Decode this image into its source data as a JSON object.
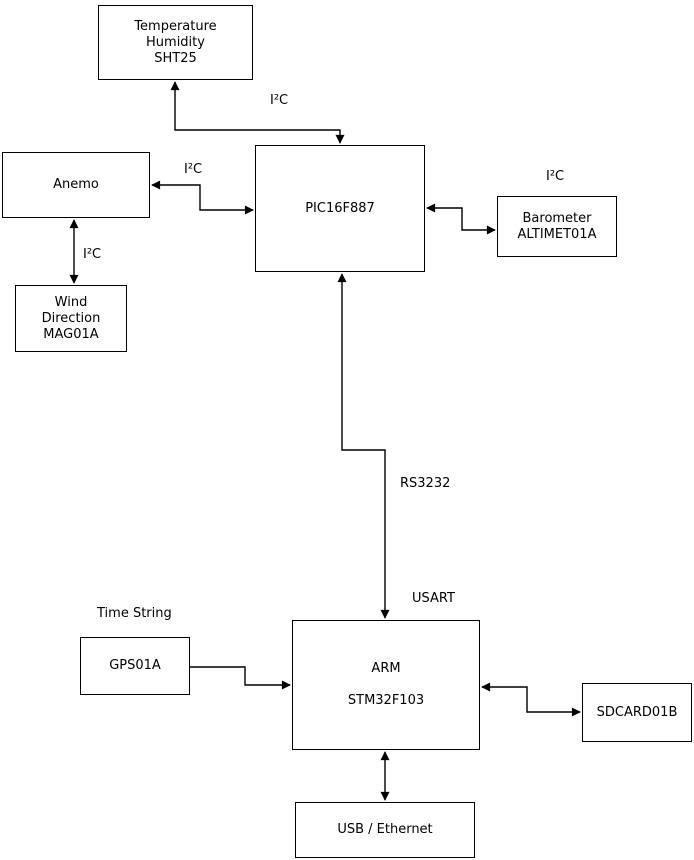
{
  "diagram": {
    "nodes": {
      "sht25": {
        "label": "Temperature\nHumidity\nSHT25"
      },
      "anemo": {
        "label": "Anemo"
      },
      "wind_direction": {
        "label": "Wind\nDirection\nMAG01A"
      },
      "pic": {
        "label": "PIC16F887"
      },
      "barometer": {
        "label": "Barometer\nALTIMET01A"
      },
      "gps": {
        "label": "GPS01A"
      },
      "arm": {
        "label": "ARM\n\nSTM32F103"
      },
      "sdcard": {
        "label": "SDCARD01B"
      },
      "usb": {
        "label": "USB / Ethernet"
      }
    },
    "edge_labels": {
      "i2c_sht25": "I²C",
      "i2c_anemo": "I²C",
      "i2c_wind": "I²C",
      "i2c_barometer": "I²C",
      "rs3232": "RS3232",
      "usart": "USART",
      "time_string": "Time String"
    },
    "colors": {
      "line": "#000000",
      "box_fill": "#ffffff"
    }
  }
}
